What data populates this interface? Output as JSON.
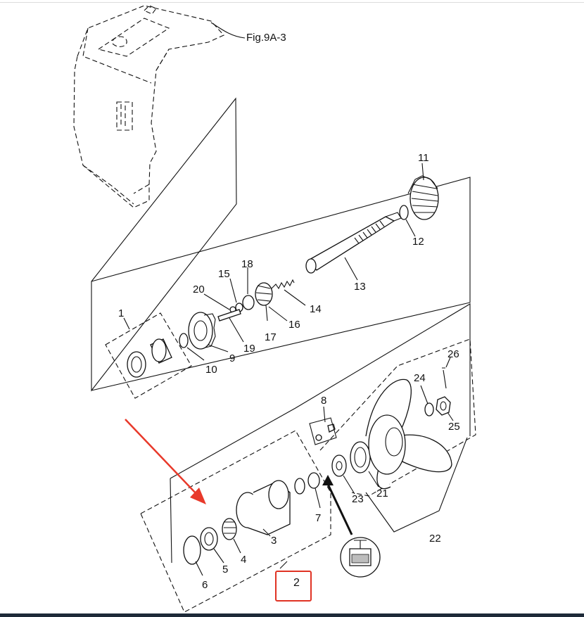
{
  "diagram": {
    "reference": "Fig.9A-3",
    "callouts": {
      "c1": "1",
      "c2": "2",
      "c3": "3",
      "c4": "4",
      "c5": "5",
      "c6": "6",
      "c7": "7",
      "c8": "8",
      "c9": "9",
      "c10": "10",
      "c11": "11",
      "c12": "12",
      "c13": "13",
      "c14": "14",
      "c15": "15",
      "c16": "16",
      "c17": "17",
      "c18": "18",
      "c19": "19",
      "c20": "20",
      "c21": "21",
      "c22": "22",
      "c23": "23",
      "c24": "24",
      "c25": "25",
      "c26": "26"
    },
    "colors": {
      "annotation_arrow": "#e8392a",
      "highlight_box": "#e03324",
      "line": "#111111"
    }
  }
}
